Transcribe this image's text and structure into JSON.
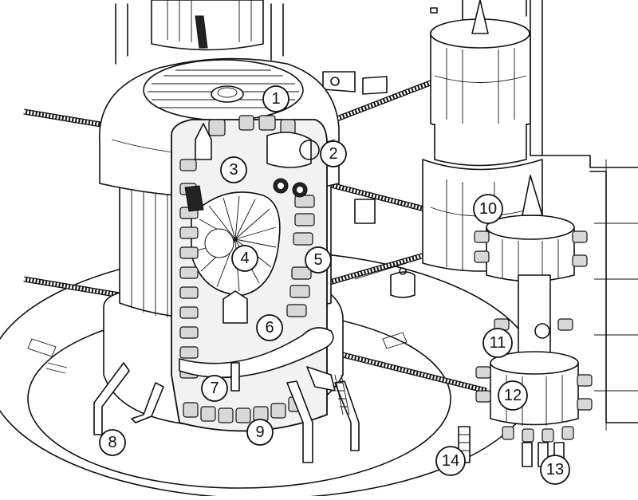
{
  "diagram": {
    "callouts": [
      {
        "id": 1,
        "label": "1"
      },
      {
        "id": 2,
        "label": "2"
      },
      {
        "id": 3,
        "label": "3"
      },
      {
        "id": 4,
        "label": "4"
      },
      {
        "id": 5,
        "label": "5"
      },
      {
        "id": 6,
        "label": "6"
      },
      {
        "id": 7,
        "label": "7"
      },
      {
        "id": 8,
        "label": "8"
      },
      {
        "id": 9,
        "label": "9"
      },
      {
        "id": 10,
        "label": "10"
      },
      {
        "id": 11,
        "label": "11"
      },
      {
        "id": 12,
        "label": "12"
      },
      {
        "id": 13,
        "label": "13"
      },
      {
        "id": 14,
        "label": "14"
      }
    ]
  }
}
